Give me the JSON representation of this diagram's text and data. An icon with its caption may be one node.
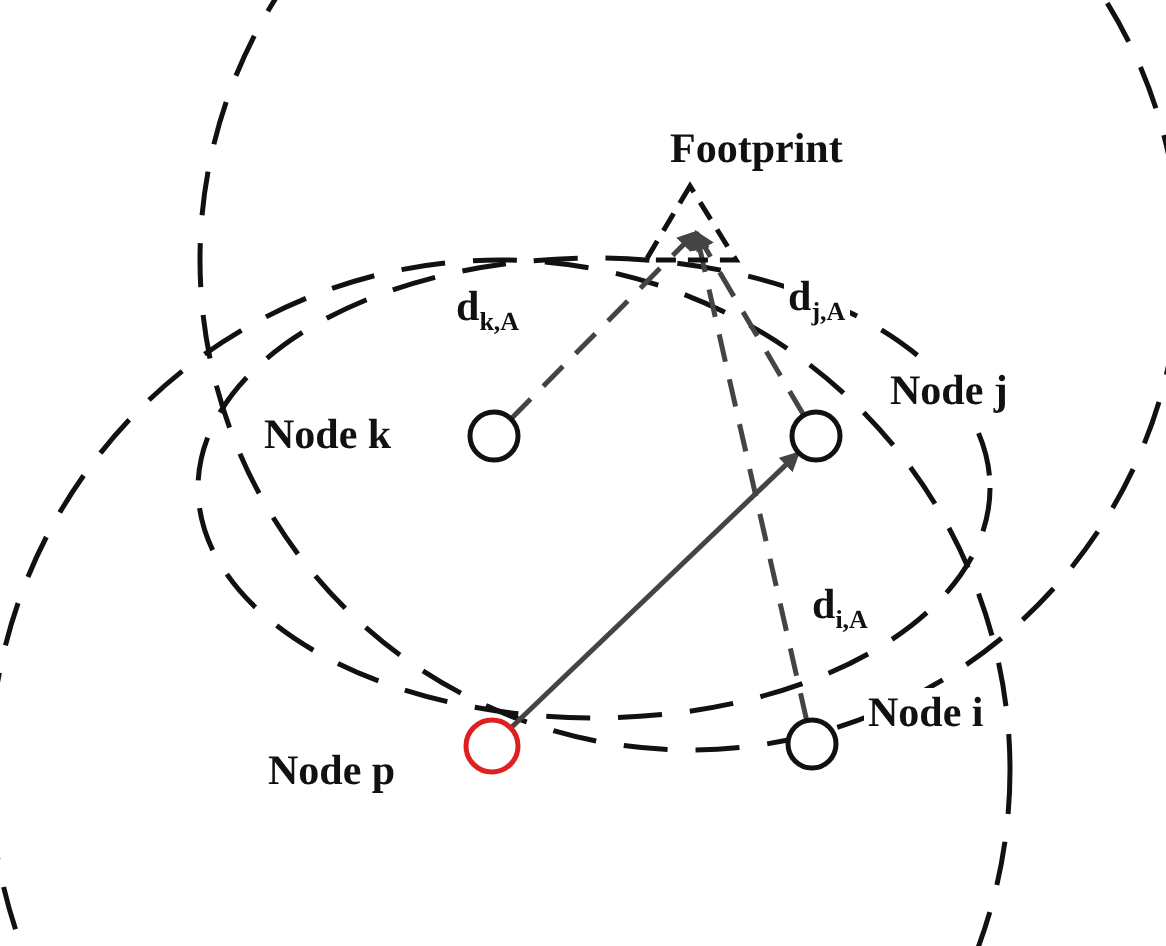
{
  "diagram": {
    "nodes": [
      {
        "text": [
          "Footprint"
        ]
      },
      {
        "text": [
          "Node k"
        ]
      },
      {
        "text": [
          "Node j"
        ]
      },
      {
        "text": [
          "Node i"
        ]
      },
      {
        "text": [
          "Node p"
        ]
      }
    ],
    "edges": [
      {
        "from": 1,
        "to": 0,
        "arrow": "to",
        "label": "d$_{k,A}$",
        "style": "dashed"
      },
      {
        "from": 2,
        "to": 0,
        "arrow": "to",
        "label": "d$_{j,A}$",
        "style": "dashed"
      },
      {
        "from": 3,
        "to": 0,
        "arrow": "to",
        "label": "d$_{i,A}$",
        "style": "dashed"
      },
      {
        "from": 4,
        "to": 2,
        "arrow": "to"
      }
    ]
  }
}
